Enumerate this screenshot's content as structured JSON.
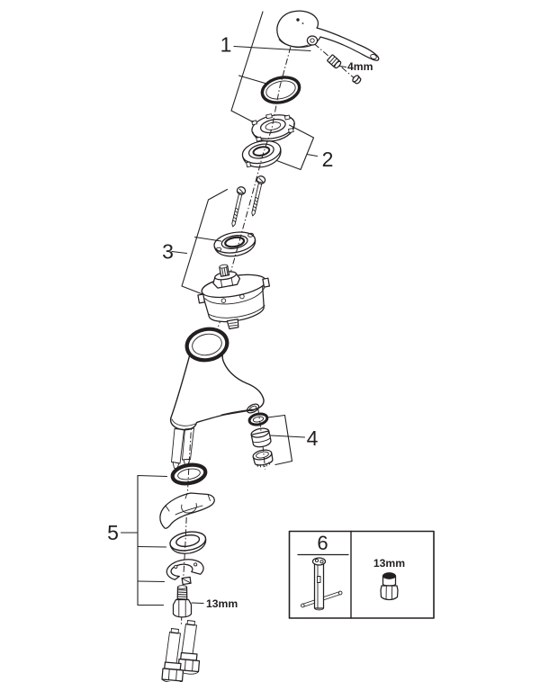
{
  "colors": {
    "line": "#231f20",
    "background": "#ffffff"
  },
  "callout_labels": {
    "part1": "1",
    "part2": "2",
    "part3": "3",
    "part4": "4",
    "part5": "5",
    "part6": "6"
  },
  "size_annotations": {
    "set_screw": "4mm",
    "mounting_nut": "13mm",
    "tool_socket": "13mm"
  }
}
